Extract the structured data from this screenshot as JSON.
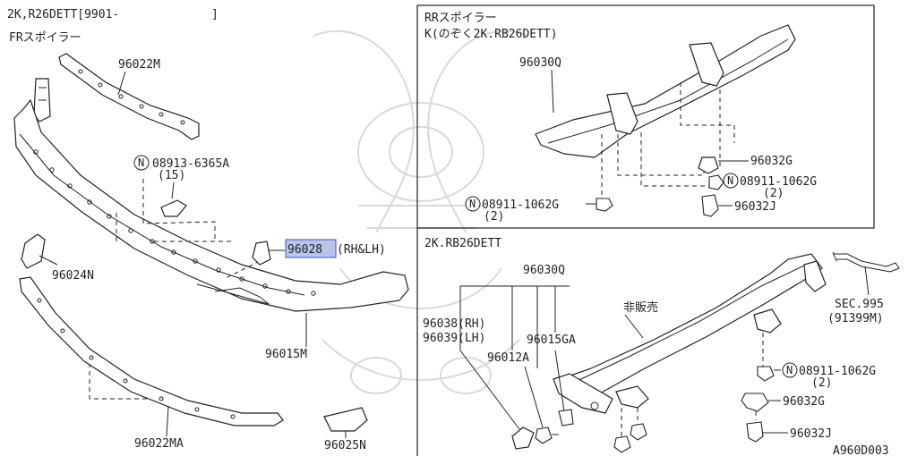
{
  "header": {
    "model": "2K,R26DETT[9901-",
    "model_close": "]",
    "front_title": "FRスポイラー",
    "rear_title": "RRスポイラー",
    "rear_note": "K(のぞく2K.RB26DETT)",
    "lower_title": "2K.RB26DETT"
  },
  "front_parts": {
    "p96022M": "96022M",
    "bolt_a": "08913-6365A",
    "bolt_a_qty": "(15)",
    "p96028": "96028",
    "p96028_side": "(RH&LH)",
    "p96024N": "96024N",
    "p96015M": "96015M",
    "p96022MA": "96022MA",
    "p96025N": "96025N"
  },
  "rear_parts": {
    "p96030Q": "96030Q",
    "p96032G": "96032G",
    "nut_right": "08911-1062G",
    "nut_right_qty": "(2)",
    "nut_left": "08911-1062G",
    "nut_left_qty": "(2)",
    "p96032J": "96032J"
  },
  "lower_parts": {
    "p96030Q": "96030Q",
    "not_sold": "非販売",
    "p96038": "96038(RH)",
    "p96039": "96039(LH)",
    "p96015GA": "96015GA",
    "p96012A": "96012A",
    "sec": "SEC.995",
    "sec_ref": "(91399M)",
    "nut": "08911-1062G",
    "nut_qty": "(2)",
    "p96032G": "96032G",
    "p96032J": "96032J"
  },
  "symbols": {
    "n_mark": "N"
  },
  "footer": {
    "code": "A960D003"
  },
  "colors": {
    "line": "#222222",
    "highlight_fill": "#b8c4ec",
    "highlight_border": "#3b55b8",
    "watermark": "#d9d9d9"
  }
}
